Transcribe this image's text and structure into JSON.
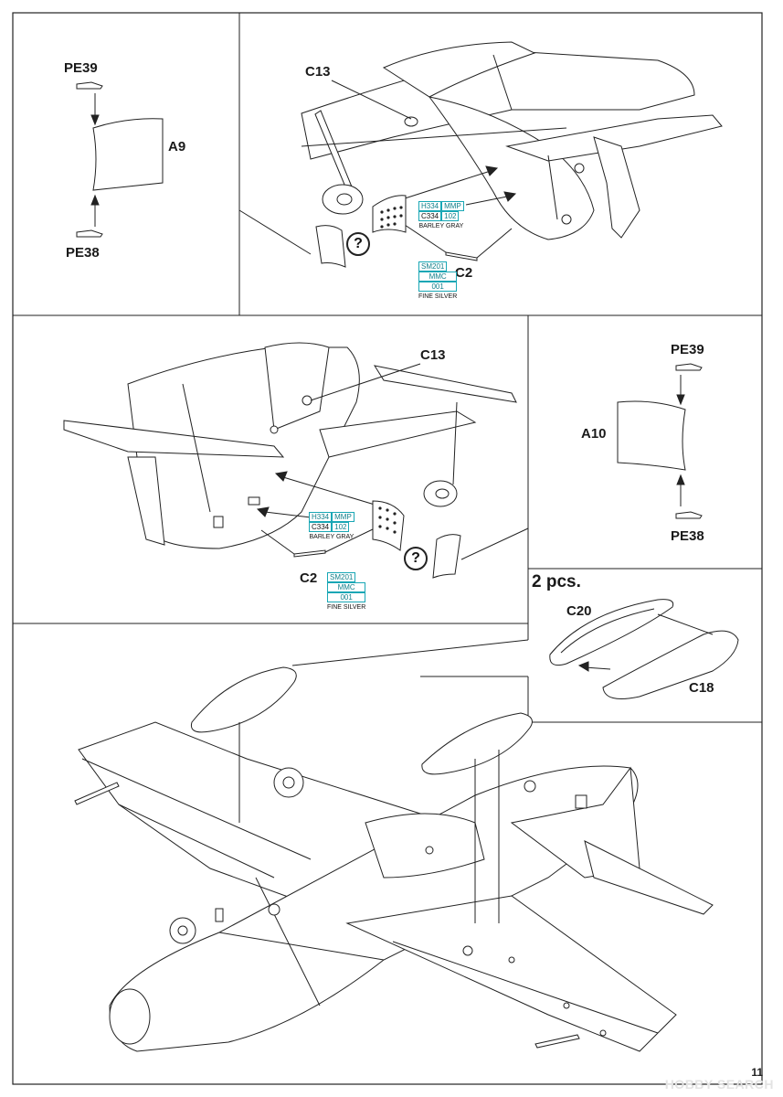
{
  "panel1": {
    "pe39": "PE39",
    "a9": "A9",
    "pe38": "PE38",
    "c13": "C13",
    "c2": "C2",
    "paint_top": {
      "h": "H334",
      "mmp": "MMP",
      "c": "C334",
      "code": "102",
      "name": "BARLEY GRAY"
    },
    "paint_bottom": {
      "sm": "SM201",
      "mmc": "MMC",
      "code": "001",
      "name": "FINE SILVER"
    },
    "question": "?"
  },
  "panel2": {
    "c13": "C13",
    "c2": "C2",
    "pe39": "PE39",
    "a10": "A10",
    "pe38": "PE38",
    "paint_top": {
      "h": "H334",
      "mmp": "MMP",
      "c": "C334",
      "code": "102",
      "name": "BARLEY GRAY"
    },
    "paint_bottom": {
      "sm": "SM201",
      "mmc": "MMC",
      "code": "001",
      "name": "FINE SILVER"
    },
    "question": "?"
  },
  "panel3": {
    "qty": "2 pcs.",
    "c20": "C20",
    "c18": "C18"
  },
  "footer": {
    "page": "11",
    "watermark": "HOBBY SEARCH"
  },
  "colors": {
    "line": "#222222",
    "paint_border": "#19a7b5",
    "paint_text": "#0f7f8a"
  }
}
